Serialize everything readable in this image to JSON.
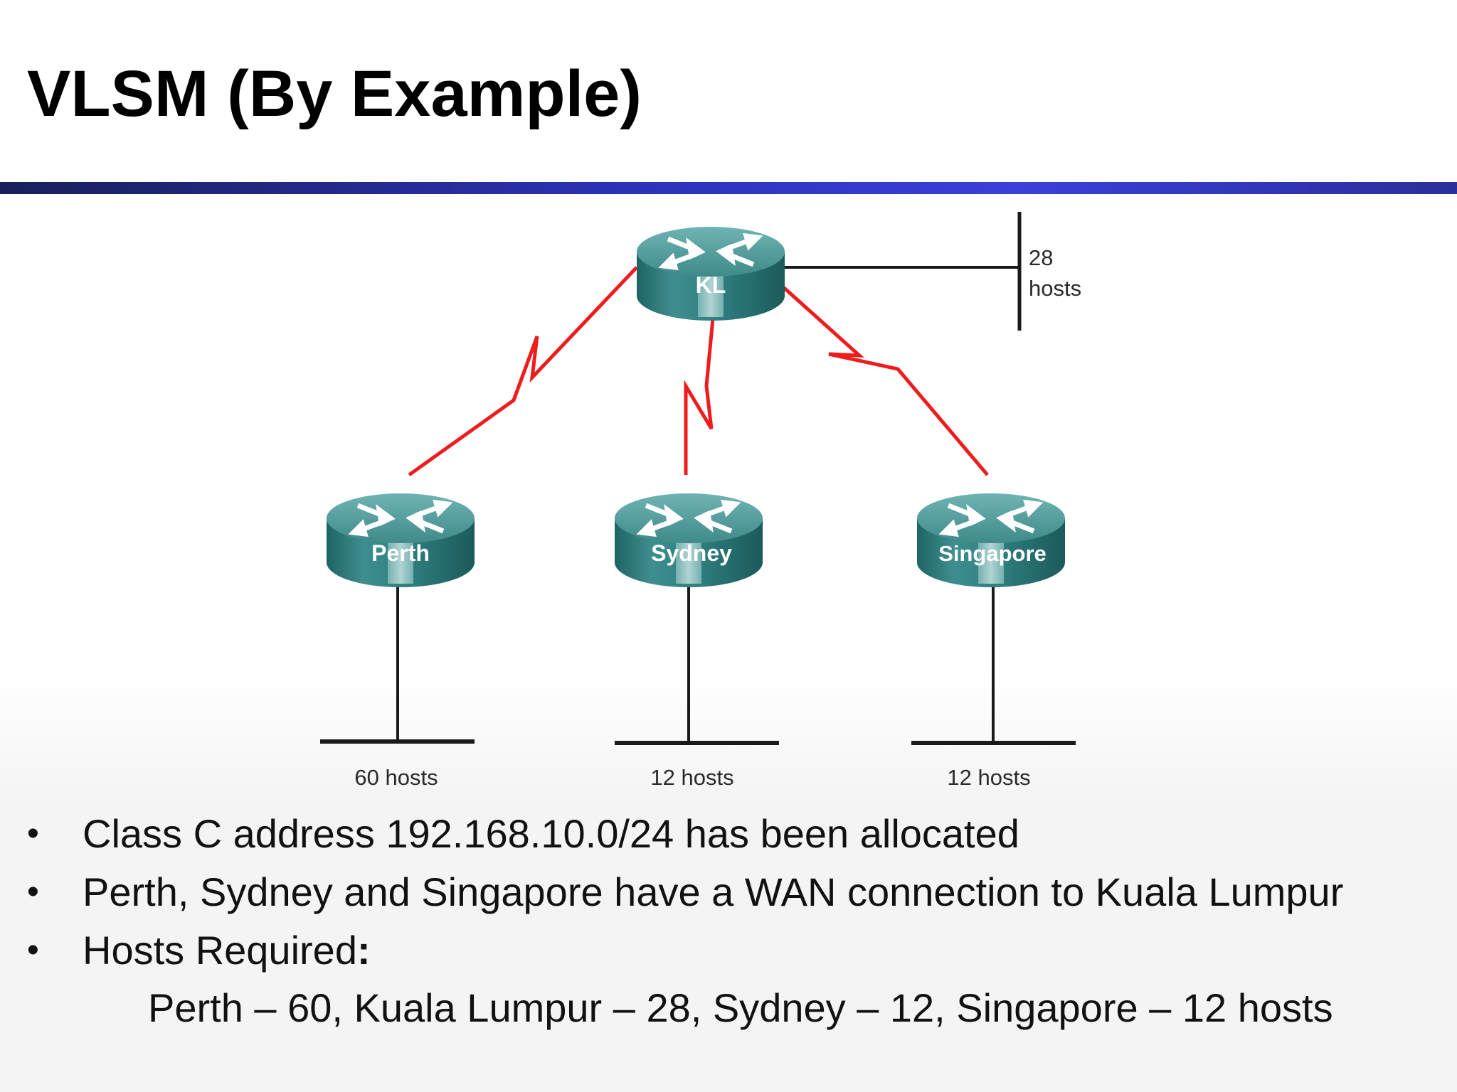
{
  "slide": {
    "title": "VLSM (By Example)"
  },
  "diagram": {
    "routers": [
      {
        "id": "kl",
        "label": "KL"
      },
      {
        "id": "perth",
        "label": "Perth"
      },
      {
        "id": "sydney",
        "label": "Sydney"
      },
      {
        "id": "singapore",
        "label": "Singapore"
      }
    ],
    "lan_labels": {
      "kl_line1": "28",
      "kl_line2": "hosts",
      "perth": "60 hosts",
      "sydney": "12 hosts",
      "singapore": "12 hosts"
    },
    "colors": {
      "wan_link": "#ee1c1c",
      "lan_link": "#1a1a1a",
      "router_body": "#2f7f80",
      "router_top": "#4f9c9c"
    }
  },
  "bullets": [
    {
      "text": "Class C address 192.168.10.0/24 has been allocated"
    },
    {
      "text": "Perth, Sydney and Singapore have a WAN connection to Kuala Lumpur"
    },
    {
      "text": "Hosts Required",
      "suffix": ":"
    }
  ],
  "hosts_detail": "Perth – 60,  Kuala Lumpur – 28,  Sydney – 12,  Singapore – 12 hosts",
  "bullet_symbol": "•"
}
